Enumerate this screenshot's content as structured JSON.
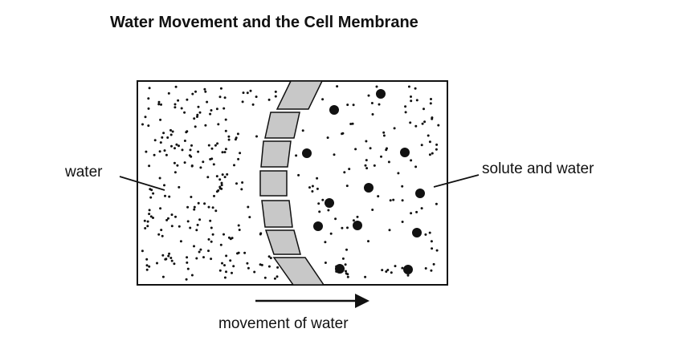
{
  "title": "Water Movement and the Cell Membrane",
  "labels": {
    "water": "water",
    "solute_and_water": "solute and water",
    "movement_of_water": "movement of water"
  },
  "colors": {
    "membrane_fill": "#c8c8c8",
    "outline": "#111111",
    "background": "#ffffff"
  }
}
